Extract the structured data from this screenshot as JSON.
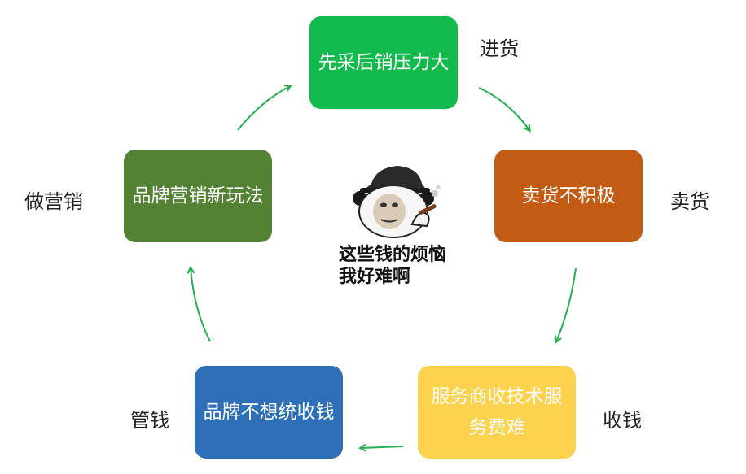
{
  "colors": {
    "green": "#12b94c",
    "orange": "#c25c14",
    "yellow": "#fdd24e",
    "blue": "#2f6fb7",
    "olive": "#548235",
    "arrow": "#25b04e"
  },
  "stages": [
    {
      "text": "先采后销压力大",
      "side_label": "进货"
    },
    {
      "text": "卖货不积极",
      "side_label": "卖货"
    },
    {
      "text": "服务商收技术服务费难",
      "side_label": "收钱"
    },
    {
      "text": "品牌不想统收钱",
      "side_label": "管钱"
    },
    {
      "text": "品牌营销新玩法",
      "side_label": "做营销"
    }
  ],
  "center": {
    "icon": "panda-meme-smoking-icon",
    "caption_line1": "这些钱的烦恼",
    "caption_line2": "我好难啊"
  }
}
